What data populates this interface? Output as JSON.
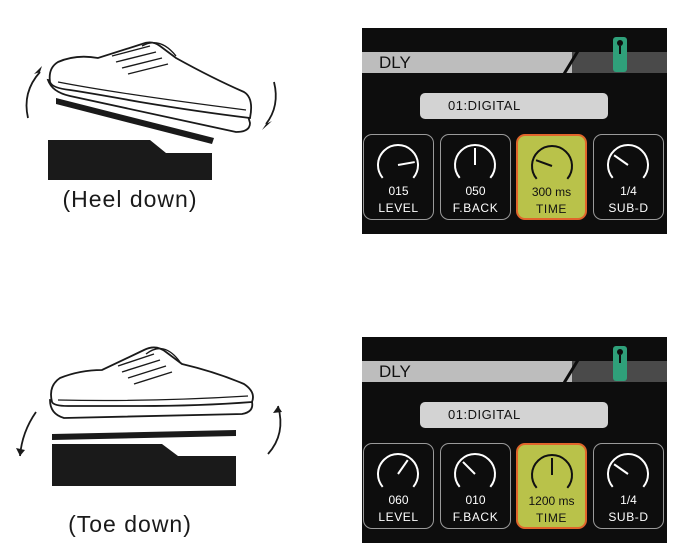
{
  "panels": [
    {
      "caption": "(Heel down)",
      "pedal_position": "heel-down",
      "screen": {
        "effect": "DLY",
        "preset": "01:DIGITAL",
        "knobs": [
          {
            "value": "015",
            "label": "LEVEL",
            "active": false,
            "needle_angle_deg": 80
          },
          {
            "value": "050",
            "label": "F.BACK",
            "active": false,
            "needle_angle_deg": 0
          },
          {
            "value": "300 ms",
            "label": "TIME",
            "active": true,
            "needle_angle_deg": -70
          },
          {
            "value": "1/4",
            "label": "SUB-D",
            "active": false,
            "needle_angle_deg": -55
          }
        ]
      }
    },
    {
      "caption": "(Toe down)",
      "pedal_position": "toe-down",
      "screen": {
        "effect": "DLY",
        "preset": "01:DIGITAL",
        "knobs": [
          {
            "value": "060",
            "label": "LEVEL",
            "active": false,
            "needle_angle_deg": 35
          },
          {
            "value": "010",
            "label": "F.BACK",
            "active": false,
            "needle_angle_deg": -45
          },
          {
            "value": "1200 ms",
            "label": "TIME",
            "active": true,
            "needle_angle_deg": 0
          },
          {
            "value": "1/4",
            "label": "SUB-D",
            "active": false,
            "needle_angle_deg": -55
          }
        ]
      }
    }
  ],
  "colors": {
    "screen_bg": "#0d0d0d",
    "header_light": "#bdbdbd",
    "header_dark": "#4a4a4a",
    "pedal_indicator": "#2fa07a",
    "active_knob_fill": "#b9c24a",
    "active_knob_border": "#e0652b",
    "pedal_base": "#1a1a1a"
  },
  "icons": [
    "heel-down-pedal-illustration",
    "toe-down-pedal-illustration",
    "rotate-arrow-icon",
    "pedal-position-icon"
  ]
}
